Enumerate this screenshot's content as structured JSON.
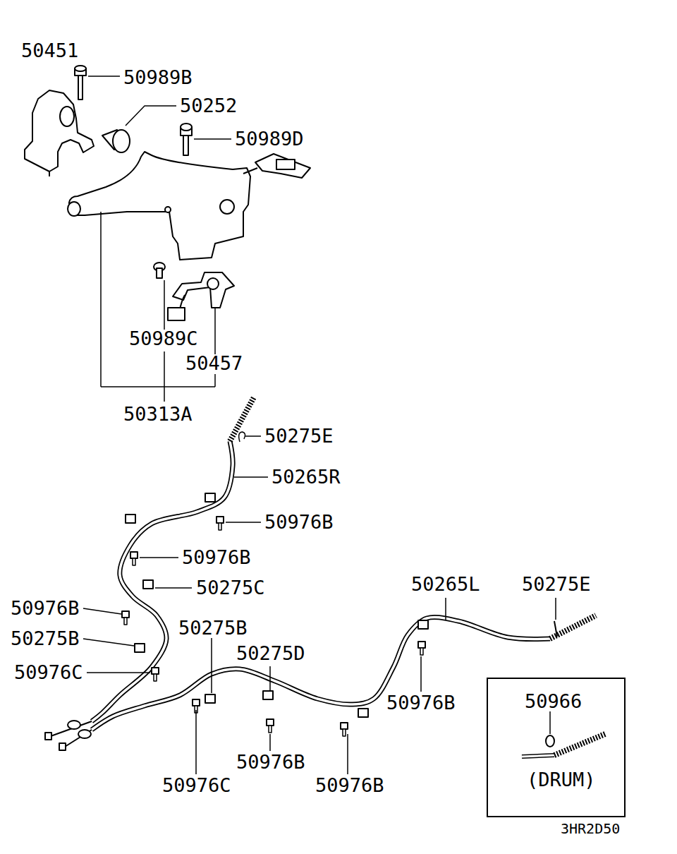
{
  "diagram": {
    "nodes": [
      {
        "text": [
          "50966",
          "(DRUM)"
        ]
      }
    ],
    "labels": [
      "50451",
      "50989B",
      "50252",
      "50989D",
      "50989C",
      "50457",
      "50313A",
      "50275E",
      "50265R",
      "50976B",
      "50976B",
      "50275C",
      "50265L",
      "50275E",
      "50976B",
      "50275B",
      "50275B",
      "50275D",
      "50976C",
      "50976B",
      "50976B",
      "50976C",
      "50976B",
      "3HR2D50"
    ]
  }
}
